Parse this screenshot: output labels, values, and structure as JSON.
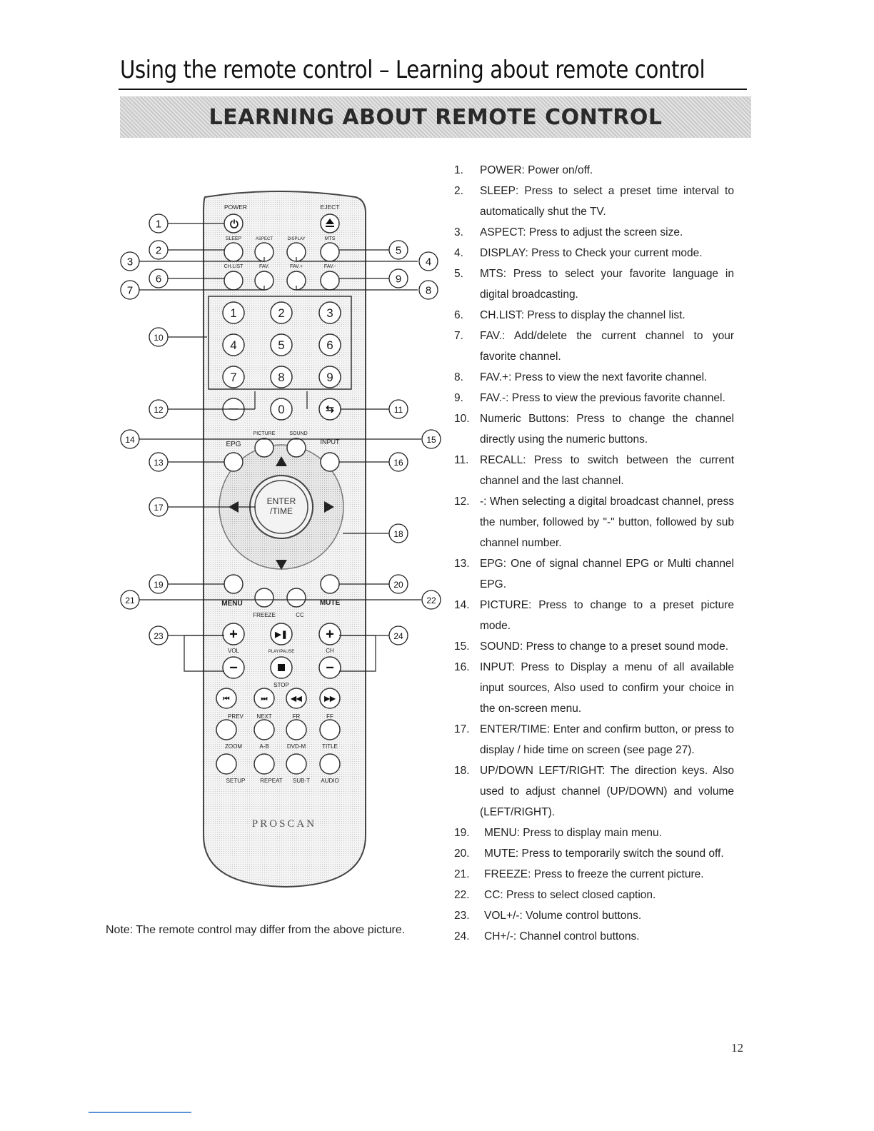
{
  "page": {
    "title": "Using the remote control – Learning about remote control",
    "banner": "LEARNING ABOUT REMOTE CONTROL",
    "note": "Note: The remote control may differ from the above picture.",
    "page_number": "12"
  },
  "remote": {
    "brand": "PROSCAN",
    "labels": {
      "power": "POWER",
      "eject": "EJECT",
      "sleep": "SLEEP",
      "aspect": "ASPECT",
      "display": "DISPLAY",
      "mts": "MTS",
      "chlist": "CH.LIST",
      "fav": "FAV.",
      "favplus": "FAV.+",
      "favminus": "FAV.-",
      "picture": "PICTURE",
      "sound": "SOUND",
      "epg": "EPG",
      "input": "INPUT",
      "enter": "ENTER",
      "time": "/TIME",
      "menu": "MENU",
      "mute": "MUTE",
      "freeze": "FREEZE",
      "cc": "CC",
      "vol": "VOL",
      "playpause": "PLAY/PAUSE",
      "ch": "CH",
      "stop": "STOP",
      "prev": "PREV",
      "next": "NEXT",
      "fr": "FR",
      "ff": "FF",
      "zoom": "ZOOM",
      "ab": "A-B",
      "dvdm": "DVD-M",
      "title": "TITLE",
      "setup": "SETUP",
      "repeat": "REPEAT",
      "subt": "SUB-T",
      "audio": "AUDIO"
    },
    "digits": [
      "1",
      "2",
      "3",
      "4",
      "5",
      "6",
      "7",
      "8",
      "9",
      "0"
    ],
    "callouts": [
      "1",
      "2",
      "3",
      "4",
      "5",
      "6",
      "7",
      "8",
      "9",
      "10",
      "11",
      "12",
      "13",
      "14",
      "15",
      "16",
      "17",
      "18",
      "19",
      "20",
      "21",
      "22",
      "23",
      "24"
    ]
  },
  "items": [
    {
      "num": "1.",
      "text": "POWER: Power on/off."
    },
    {
      "num": "2.",
      "text": "SLEEP: Press to select a preset time interval to automatically shut the TV."
    },
    {
      "num": "3.",
      "text": "ASPECT: Press to adjust the screen size."
    },
    {
      "num": "4.",
      "text": "DISPLAY: Press to Check your current mode."
    },
    {
      "num": "5.",
      "text": "MTS: Press to select your favorite language in digital broadcasting."
    },
    {
      "num": "6.",
      "text": "CH.LIST: Press to display the channel list."
    },
    {
      "num": "7.",
      "text": "FAV.: Add/delete the current channel to your favorite channel."
    },
    {
      "num": "8.",
      "text": "FAV.+: Press to view the next favorite channel."
    },
    {
      "num": "9.",
      "text": "FAV.-: Press to view the previous favorite channel."
    },
    {
      "num": "10.",
      "text": "Numeric Buttons: Press to change the channel directly using the numeric buttons."
    },
    {
      "num": "11.",
      "text": "RECALL: Press to switch between the current channel and the last channel."
    },
    {
      "num": "12.",
      "text": "-: When selecting a digital broadcast channel, press the number, followed by \"-\" button, followed by sub channel number."
    },
    {
      "num": "13.",
      "text": "EPG: One of signal channel EPG or Multi channel EPG."
    },
    {
      "num": "14.",
      "text": "PICTURE: Press to change to a preset picture mode."
    },
    {
      "num": "15.",
      "text": "SOUND: Press to change to a preset sound mode."
    },
    {
      "num": "16.",
      "text": "INPUT: Press to Display a menu of all available input sources, Also used to confirm your choice in the on-screen menu."
    },
    {
      "num": "17.",
      "text": "ENTER/TIME: Enter and confirm button, or press to display / hide time on screen (see page 27)."
    },
    {
      "num": "18.",
      "text": "UP/DOWN LEFT/RIGHT: The direction keys. Also used to adjust channel (UP/DOWN) and volume (LEFT/RIGHT)."
    },
    {
      "num": "19.",
      "text": "MENU: Press to display main menu."
    },
    {
      "num": "20.",
      "text": "MUTE: Press to temporarily switch the sound off."
    },
    {
      "num": "21.",
      "text": "FREEZE: Press to freeze the current picture."
    },
    {
      "num": "22.",
      "text": "CC: Press to select closed caption."
    },
    {
      "num": "23.",
      "text": "VOL+/-: Volume control buttons."
    },
    {
      "num": "24.",
      "text": "CH+/-: Channel control buttons."
    }
  ]
}
